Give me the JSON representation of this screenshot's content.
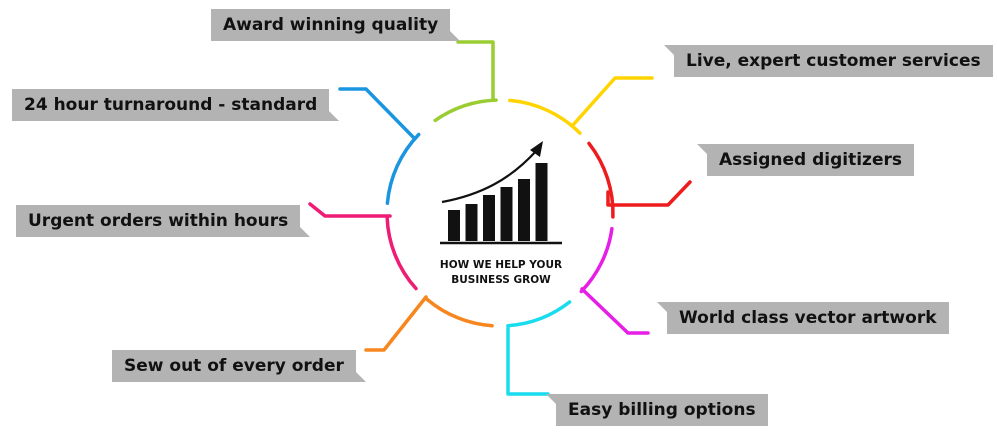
{
  "diagram": {
    "center": {
      "caption_line1": "HOW WE HELP YOUR",
      "caption_line2": "BUSINESS GROW",
      "icon": "growth-bar-chart-icon",
      "bar_count": 6
    },
    "colors": {
      "lime": "#9acd32",
      "yellow": "#ffd400",
      "red": "#ee1c1c",
      "magenta": "#e61ee6",
      "cyan": "#19dcee",
      "orange": "#f7861e",
      "pink": "#ee1c74",
      "blue": "#1b95e0",
      "label_bg": "#b3b3b3",
      "text": "#111111"
    },
    "items": [
      {
        "id": "award",
        "text": "Award winning quality",
        "color": "lime"
      },
      {
        "id": "live",
        "text": "Live, expert customer services",
        "color": "yellow"
      },
      {
        "id": "assigned",
        "text": "Assigned digitizers",
        "color": "red"
      },
      {
        "id": "vector",
        "text": "World class vector artwork",
        "color": "magenta"
      },
      {
        "id": "billing",
        "text": "Easy billing options",
        "color": "cyan"
      },
      {
        "id": "sewout",
        "text": "Sew out of every order",
        "color": "orange"
      },
      {
        "id": "urgent",
        "text": "Urgent orders within hours",
        "color": "pink"
      },
      {
        "id": "turnaround",
        "text": "24 hour turnaround - standard",
        "color": "blue"
      }
    ]
  }
}
